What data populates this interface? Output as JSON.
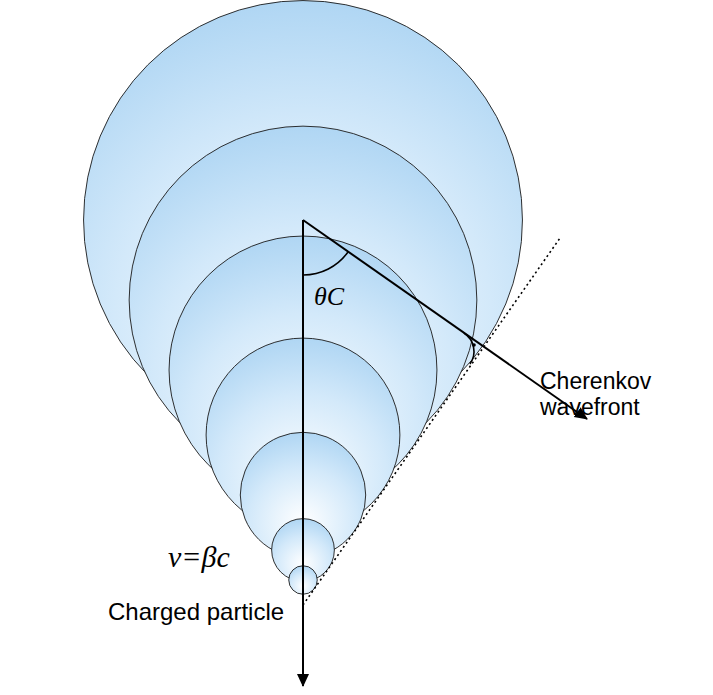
{
  "diagram": {
    "labels": [
      "θC",
      "Cherenkov wavefront",
      "v=βc",
      "Charged particle"
    ]
  }
}
